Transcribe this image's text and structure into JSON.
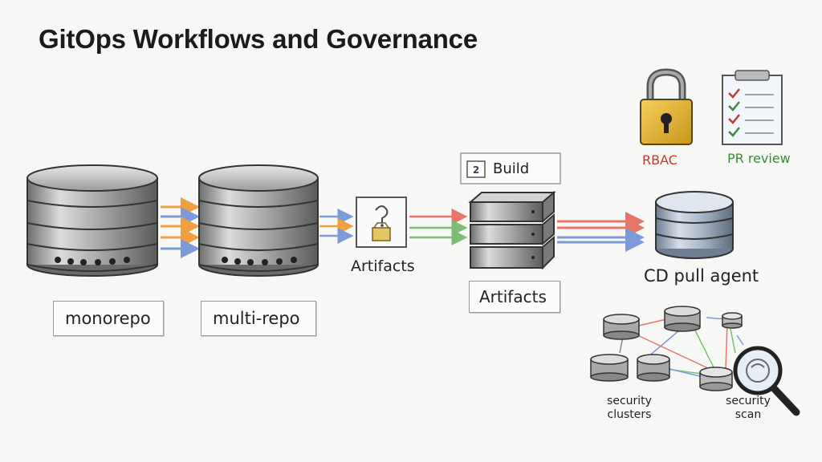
{
  "title": "GitOps Workflows and Governance",
  "labels": {
    "monorepo": "monorepo",
    "multi_repo": "multi-repo",
    "artifacts_small": "Artifacts",
    "build": "Build",
    "artifacts_boxed": "Artifacts",
    "cd_pull_agent": "CD pull agent",
    "rbac": "RBAC",
    "pr_review": "PR review",
    "security_clusters": "security\nclusters",
    "security_scan": "security\nscan"
  },
  "icons": {
    "monorepo": "database-icon",
    "multi_repo": "database-icon",
    "artifact": "package-icon",
    "build": "server-stack-icon",
    "cd_agent": "database-icon",
    "rbac": "padlock-icon",
    "pr_review": "checklist-icon",
    "scan": "magnifier-icon"
  },
  "colors": {
    "arrow_orange": "#f0a040",
    "arrow_blue": "#7d9ad8",
    "arrow_red": "#e8756a",
    "arrow_green": "#7dbf72",
    "lock_gold": "#e7b734",
    "rbac_text": "#c63a2c",
    "pr_text": "#3c8a3c"
  }
}
